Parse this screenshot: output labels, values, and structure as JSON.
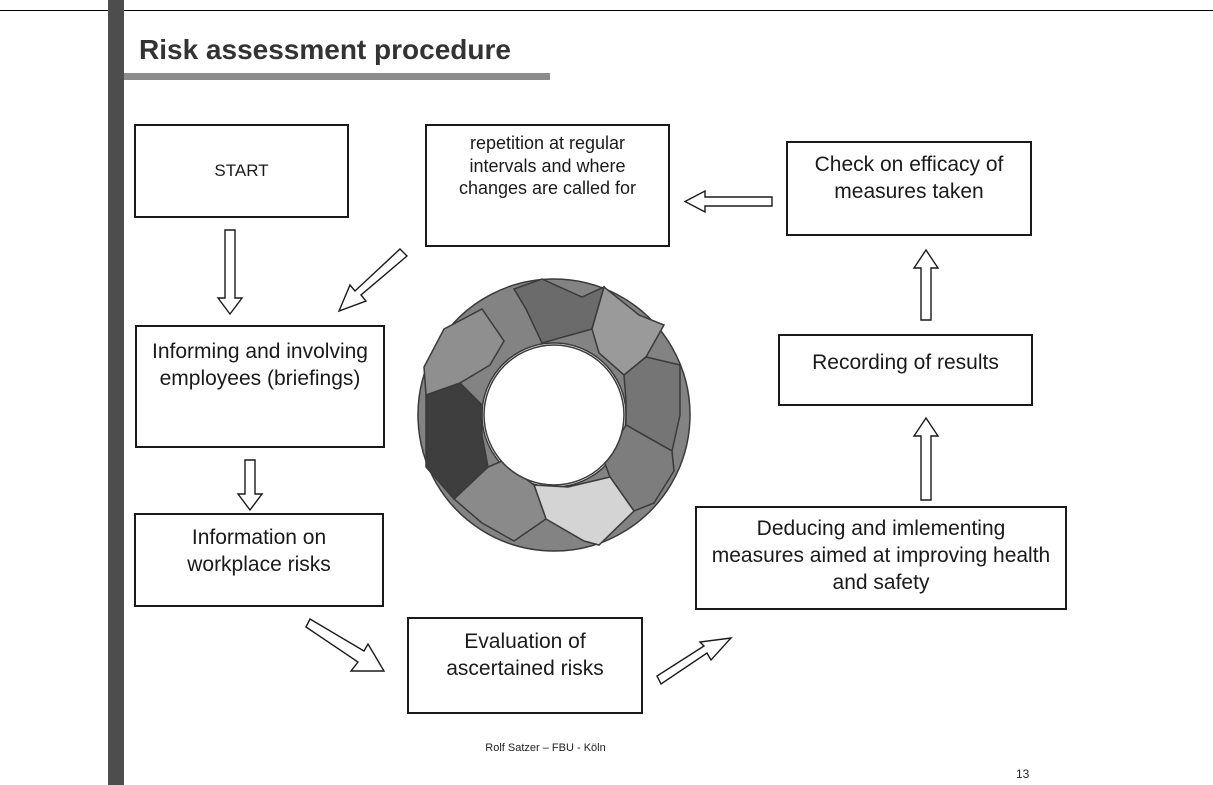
{
  "title": "Risk assessment procedure",
  "nodes": {
    "start": "START",
    "repetition": "repetition at regular intervals and where changes are called for",
    "check": "Check on efficacy of measures taken",
    "informing": "Informing and involving employees (briefings)",
    "recording": "Recording of results",
    "information": "Information on workplace risks",
    "evaluation": "Evaluation of ascertained risks",
    "deducing": "Deducing and imlementing measures aimed at improving health and safety"
  },
  "footer": "Rolf Satzer – FBU - Köln",
  "page_number": "13"
}
